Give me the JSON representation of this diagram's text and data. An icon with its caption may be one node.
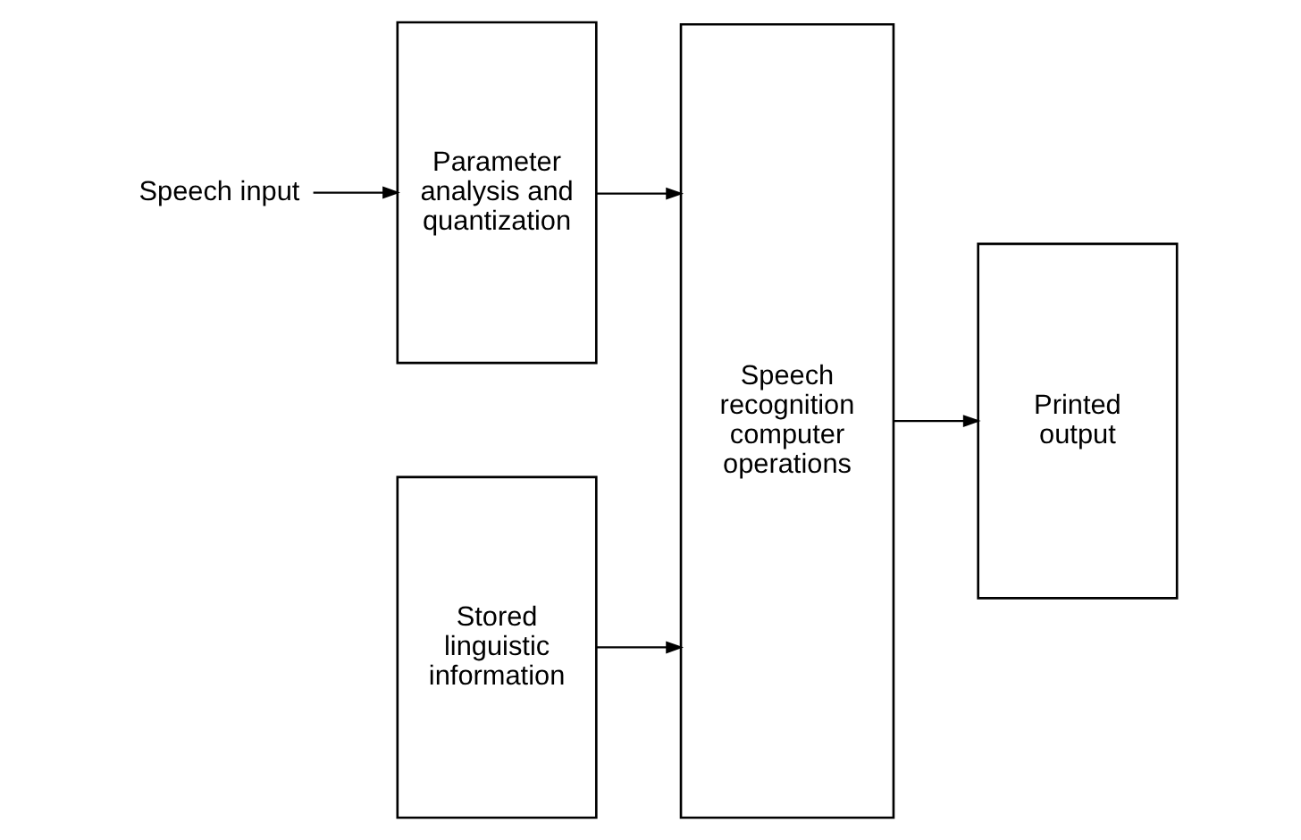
{
  "diagram": {
    "nodes": [
      {
        "text": [
          "Speech input"
        ]
      },
      {
        "text": [
          "Parameter analysis and quantization"
        ]
      },
      {
        "text": [
          "Stored linguistic information"
        ]
      },
      {
        "text": [
          "Speech recognition computer operations"
        ]
      },
      {
        "text": [
          "Printed output"
        ]
      }
    ],
    "edges": [
      {
        "from": 0,
        "to": 1,
        "arrow": "to"
      },
      {
        "from": 1,
        "to": 3,
        "arrow": "to"
      },
      {
        "from": 2,
        "to": 3,
        "arrow": "to"
      },
      {
        "from": 3,
        "to": 4,
        "arrow": "to"
      }
    ]
  }
}
